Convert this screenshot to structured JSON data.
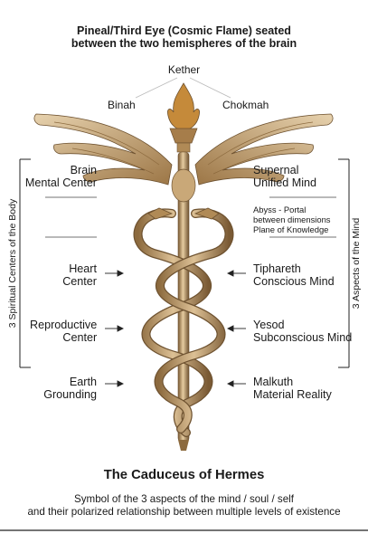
{
  "header": {
    "line1": "Pineal/Third Eye (Cosmic Flame) seated",
    "line2": "between the two hemispheres of the brain"
  },
  "sephirot_top": {
    "kether": "Kether",
    "binah": "Binah",
    "chokmah": "Chokmah"
  },
  "left": {
    "brain": [
      "Brain",
      "Mental Center"
    ],
    "heart": [
      "Heart",
      "Center"
    ],
    "reproductive": [
      "Reproductive",
      "Center"
    ],
    "earth": [
      "Earth",
      "Grounding"
    ],
    "bracket_label": "3 Spiritual Centers of the Body"
  },
  "right": {
    "supernal": [
      "Supernal",
      "Unified Mind"
    ],
    "abyss": [
      "Abyss - Portal",
      "between dimensions",
      "Plane of Knowledge"
    ],
    "tiphareth": [
      "Tiphareth",
      "Conscious Mind"
    ],
    "yesod": [
      "Yesod",
      "Subconscious Mind"
    ],
    "malkuth": [
      "Malkuth",
      "Material Reality"
    ],
    "bracket_label": "3 Aspects of the Mind"
  },
  "footer": {
    "title": "The Caduceus of Hermes",
    "subtitle_line1": "Symbol of the 3 aspects of the mind / soul / self",
    "subtitle_line2": "and their polarized relationship between multiple levels of existence"
  },
  "colors": {
    "bronze_light": "#d9b98a",
    "bronze_mid": "#b08a56",
    "bronze_dark": "#6e5230",
    "flame": "#c58a3a"
  }
}
